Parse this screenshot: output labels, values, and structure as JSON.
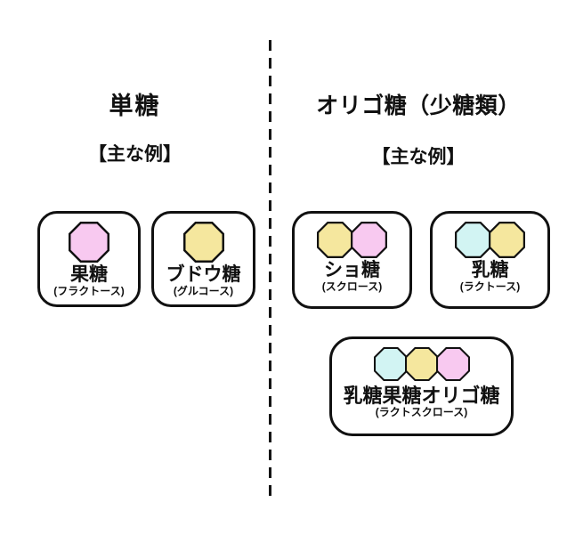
{
  "colors": {
    "pink": "#f8c9f0",
    "yellow": "#f5e79e",
    "cyan": "#d2f4f3",
    "outline": "#111111"
  },
  "left": {
    "title": "単糖",
    "subtitle": "【主な例】",
    "cards": [
      {
        "name": "果糖",
        "reading": "(フラクトース)",
        "units": [
          "pink"
        ]
      },
      {
        "name": "ブドウ糖",
        "reading": "(グルコース)",
        "units": [
          "yellow"
        ]
      }
    ]
  },
  "right": {
    "title": "オリゴ糖（少糖類）",
    "subtitle": "【主な例】",
    "cards": [
      {
        "name": "ショ糖",
        "reading": "(スクロース)",
        "units": [
          "yellow",
          "pink"
        ]
      },
      {
        "name": "乳糖",
        "reading": "(ラクトース)",
        "units": [
          "cyan",
          "yellow"
        ]
      },
      {
        "name": "乳糖果糖オリゴ糖",
        "reading": "(ラクトスクロース)",
        "units": [
          "cyan",
          "yellow",
          "pink"
        ]
      }
    ]
  }
}
